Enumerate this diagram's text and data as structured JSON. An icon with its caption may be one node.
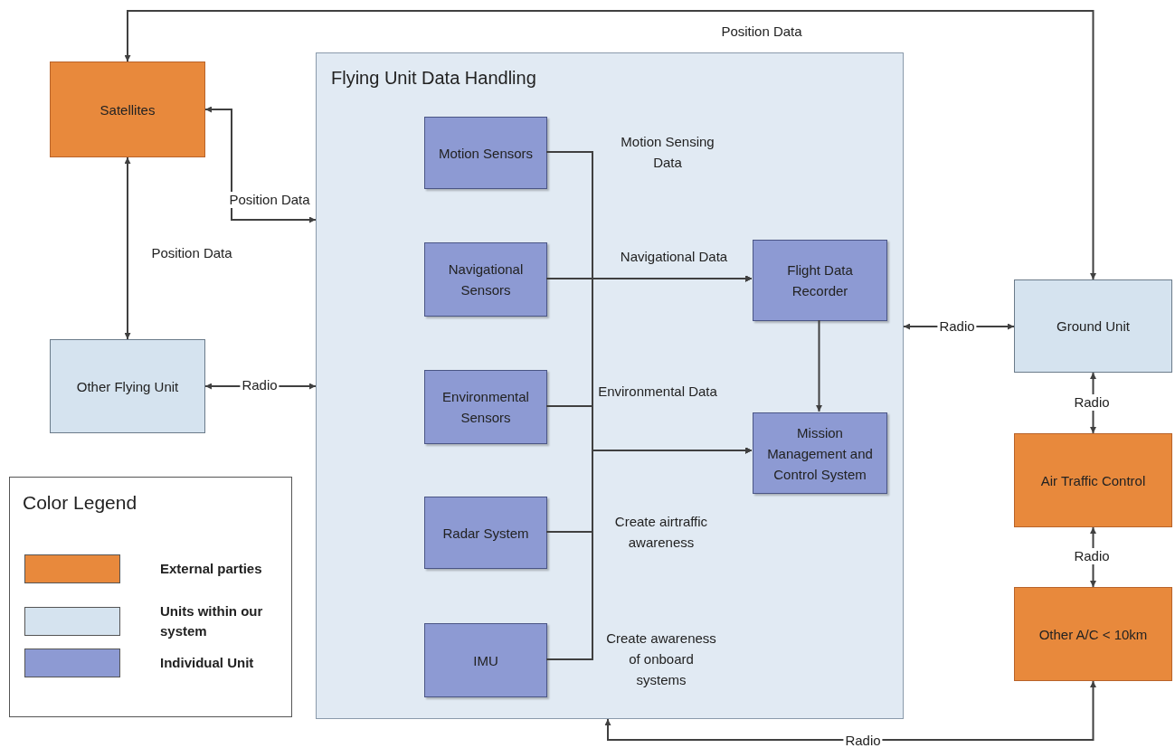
{
  "diagram": {
    "nodes": [
      {
        "text": [
          "Satellites"
        ]
      },
      {
        "text": [
          "Other Flying Unit"
        ]
      },
      {
        "text": [
          "Flying Unit Data Handling"
        ]
      },
      {
        "text": [
          "Motion Sensors"
        ],
        "in": 2
      },
      {
        "text": [
          "Navigational Sensors"
        ],
        "in": 2
      },
      {
        "text": [
          "Environmental Sensors"
        ],
        "in": 2
      },
      {
        "text": [
          "Radar System"
        ],
        "in": 2
      },
      {
        "text": [
          "IMU"
        ],
        "in": 2
      },
      {
        "text": [
          "Flight Data Recorder"
        ],
        "in": 2
      },
      {
        "text": [
          "Mission Management and Control System"
        ],
        "in": 2
      },
      {
        "text": [
          "Ground Unit"
        ]
      },
      {
        "text": [
          "Air Traffic Control"
        ]
      },
      {
        "text": [
          "Other A/C < 10km"
        ]
      }
    ],
    "edges": [
      {
        "from": 10,
        "to": 0,
        "arrow": "both",
        "label": "Position Data"
      },
      {
        "from": 0,
        "to": 2,
        "arrow": "both",
        "label": "Position Data"
      },
      {
        "from": 0,
        "to": 1,
        "arrow": "both",
        "label": "Position Data"
      },
      {
        "from": 1,
        "to": 2,
        "arrow": "both",
        "label": "Radio"
      },
      {
        "from": 2,
        "to": 10,
        "arrow": "both",
        "label": "Radio"
      },
      {
        "from": 10,
        "to": 11,
        "arrow": "both",
        "label": "Radio"
      },
      {
        "from": 11,
        "to": 12,
        "arrow": "both",
        "label": "Radio"
      },
      {
        "from": 12,
        "to": 2,
        "arrow": "both",
        "label": "Radio"
      },
      {
        "from": 3,
        "to": 8,
        "arrow": "to"
      },
      {
        "from": 4,
        "to": 8,
        "arrow": "to"
      },
      {
        "from": 5,
        "to": 8,
        "arrow": "to"
      },
      {
        "from": 6,
        "to": 8,
        "arrow": "to"
      },
      {
        "from": 7,
        "to": 8,
        "arrow": "to"
      },
      {
        "from": 3,
        "to": 9,
        "arrow": "to"
      },
      {
        "from": 4,
        "to": 9,
        "arrow": "to"
      },
      {
        "from": 5,
        "to": 9,
        "arrow": "to"
      },
      {
        "from": 6,
        "to": 9,
        "arrow": "to"
      },
      {
        "from": 7,
        "to": 9,
        "arrow": "to"
      },
      {
        "from": 8,
        "to": 9,
        "arrow": "to"
      }
    ],
    "labels": [
      "Motion Sensing Data",
      "Navigational Data",
      "Environmental Data",
      "Create airtraffic awareness",
      "Create awareness of onboard systems",
      "Color Legend"
    ],
    "legend": [
      {
        "text": "External parties",
        "color": "#e8893c"
      },
      {
        "text": "Units within our system",
        "color": "#d5e3ef"
      },
      {
        "text": "Individual Unit",
        "color": "#8d9ad3"
      }
    ]
  }
}
